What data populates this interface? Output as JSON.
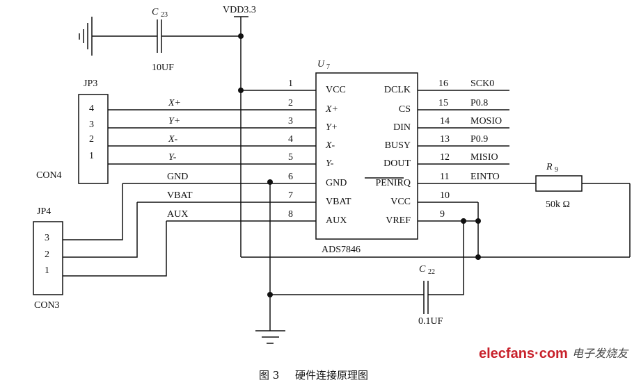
{
  "power": {
    "label": "VDD3.3"
  },
  "c23": {
    "ref": "C",
    "sub": "23",
    "value": "10UF"
  },
  "c22": {
    "ref": "C",
    "sub": "22",
    "value": "0.1UF"
  },
  "r9": {
    "ref": "R",
    "sub": "9",
    "value": "50k Ω"
  },
  "chip": {
    "ref": "U",
    "sub": "7",
    "part": "ADS7846",
    "left_pins": [
      {
        "num": "1",
        "name": "VCC",
        "net": ""
      },
      {
        "num": "2",
        "name": "X+",
        "net": "X+"
      },
      {
        "num": "3",
        "name": "Y+",
        "net": "Y+"
      },
      {
        "num": "4",
        "name": "X-",
        "net": "X-"
      },
      {
        "num": "5",
        "name": "Y-",
        "net": "Y-"
      },
      {
        "num": "6",
        "name": "GND",
        "net": "GND"
      },
      {
        "num": "7",
        "name": "VBAT",
        "net": "VBAT"
      },
      {
        "num": "8",
        "name": "AUX",
        "net": "AUX"
      }
    ],
    "right_pins": [
      {
        "num": "16",
        "name": "DCLK",
        "net": "SCK0"
      },
      {
        "num": "15",
        "name": "CS",
        "net": "P0.8"
      },
      {
        "num": "14",
        "name": "DIN",
        "net": "MOSIO"
      },
      {
        "num": "13",
        "name": "BUSY",
        "net": "P0.9"
      },
      {
        "num": "12",
        "name": "DOUT",
        "net": "MISIO"
      },
      {
        "num": "11",
        "name": "PENIRQ",
        "net": "EINTO"
      },
      {
        "num": "10",
        "name": "VCC",
        "net": ""
      },
      {
        "num": "9",
        "name": "VREF",
        "net": ""
      }
    ]
  },
  "jp3": {
    "ref": "JP3",
    "type": "CON4",
    "pins": [
      "4",
      "3",
      "2",
      "1"
    ]
  },
  "jp4": {
    "ref": "JP4",
    "type": "CON3",
    "pins": [
      "3",
      "2",
      "1"
    ]
  },
  "watermark": {
    "text": "elecfans·com",
    "cn": "电子发烧友"
  },
  "caption": {
    "fig": "图 3",
    "title": "硬件连接原理图"
  }
}
